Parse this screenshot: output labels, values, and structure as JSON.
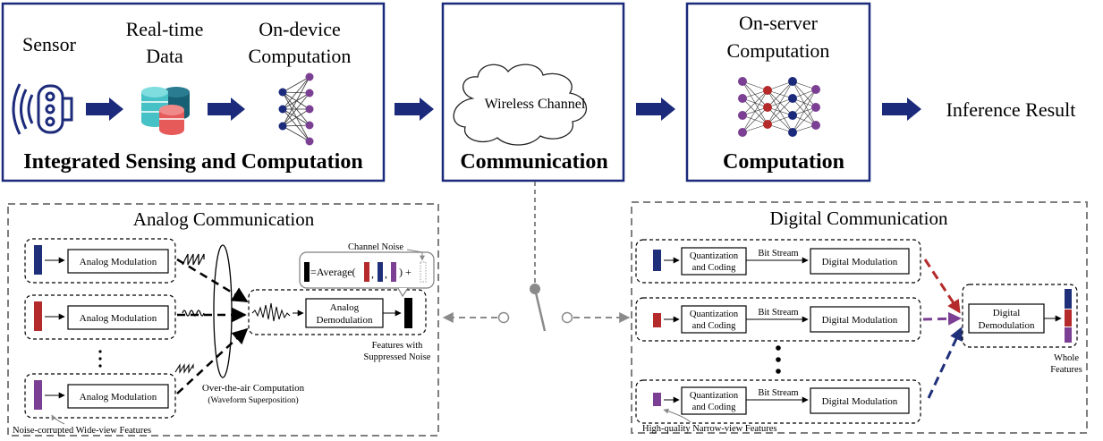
{
  "top": {
    "isc": {
      "sensor_label": "Sensor",
      "data_label_1": "Real-time",
      "data_label_2": "Data",
      "ondevice_label_1": "On-device",
      "ondevice_label_2": "Computation",
      "title": "Integrated Sensing and Computation"
    },
    "comm": {
      "cloud_label": "Wireless Channel",
      "title": "Communication"
    },
    "comp": {
      "onserver_label_1": "On-server",
      "onserver_label_2": "Computation",
      "title": "Computation"
    },
    "result_label": "Inference Result"
  },
  "analog": {
    "title": "Analog Communication",
    "modulation_label": "Analog Modulation",
    "demod_label_1": "Analog",
    "demod_label_2": "Demodulation",
    "channel_noise_label": "Channel Noise",
    "average_label": "=Average(",
    "average_close": ") +",
    "features_label_1": "Features with",
    "features_label_2": "Suppressed Noise",
    "ota_label_1": "Over-the-air Computation",
    "ota_label_2": "(Waveform Superposition)",
    "input_label": "Noise-corrupted Wide-view Features",
    "colors": {
      "blue": "#1f2f7a",
      "red": "#b52a2a",
      "purple": "#7b3f93"
    }
  },
  "digital": {
    "title": "Digital Communication",
    "quant_label_1": "Quantization",
    "quant_label_2": "and Coding",
    "bitstream_label": "Bit Stream",
    "modulation_label": "Digital Modulation",
    "demod_label_1": "Digital",
    "demod_label_2": "Demodulation",
    "whole_label_1": "Whole",
    "whole_label_2": "Features",
    "input_label": "High-quality Narrow-view Features"
  },
  "colors": {
    "navy": "#1b2a7a",
    "red": "#b52a2a",
    "purple": "#7b3f93",
    "teal": "#46c1c6",
    "salmon": "#e65a5a",
    "darkteal": "#175f73",
    "gray": "#7f7f7f"
  }
}
